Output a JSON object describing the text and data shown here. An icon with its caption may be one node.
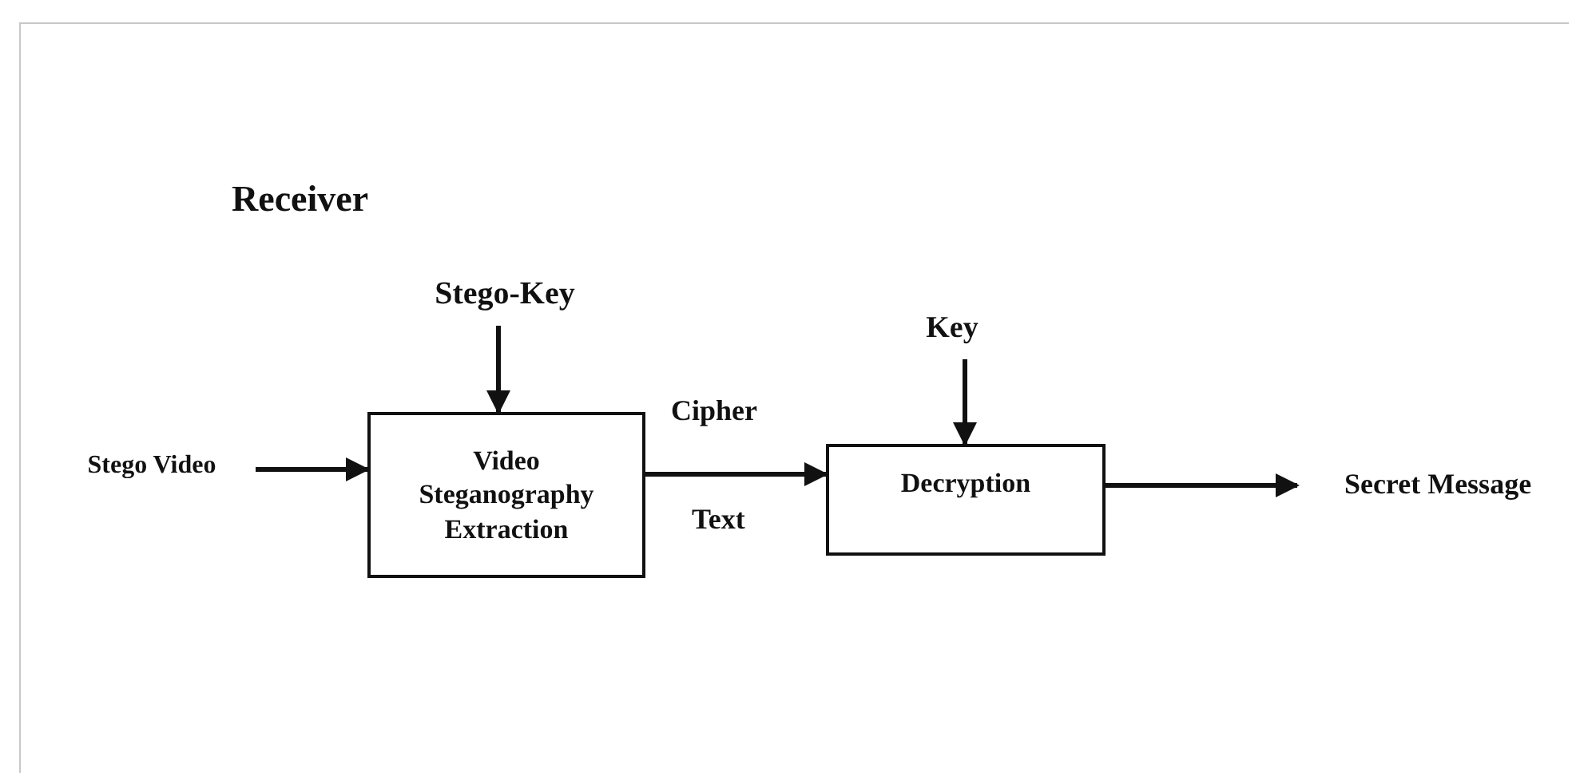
{
  "diagram": {
    "title": "Receiver",
    "nodes": [
      {
        "text": [
          "Stego Video"
        ]
      },
      {
        "text": [
          "Stego-Key"
        ]
      },
      {
        "text": [
          "Video Steganography Extraction"
        ]
      },
      {
        "text": [
          "Key"
        ]
      },
      {
        "text": [
          "Decryption"
        ]
      },
      {
        "text": [
          "Secret Message"
        ]
      }
    ],
    "edges": [
      {
        "from": 0,
        "to": 2,
        "arrow": "to"
      },
      {
        "from": 1,
        "to": 2,
        "arrow": "to"
      },
      {
        "from": 2,
        "to": 4,
        "arrow": "to"
      },
      {
        "from": 3,
        "to": 4,
        "arrow": "to"
      },
      {
        "from": 4,
        "to": 5,
        "arrow": "to"
      }
    ],
    "labels": [
      "Cipher",
      "Text"
    ]
  }
}
